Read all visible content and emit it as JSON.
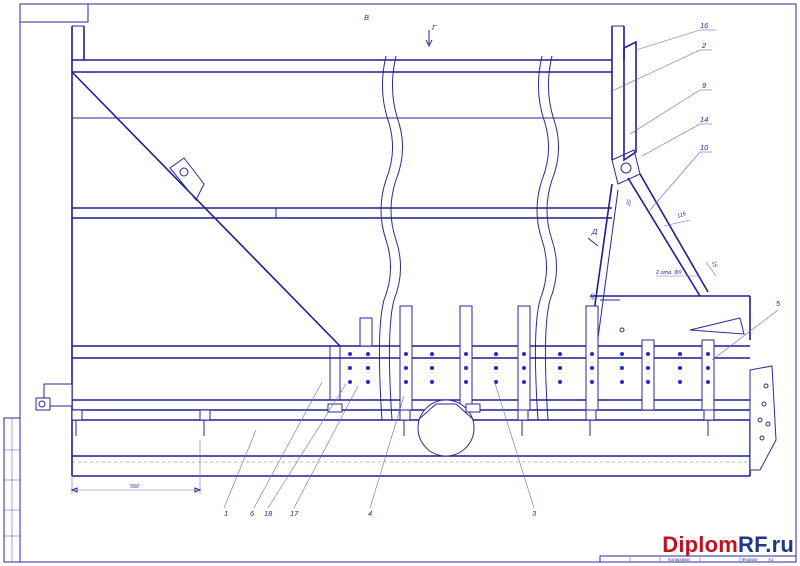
{
  "labels": {
    "view_v": "В",
    "view_g": "Г",
    "view_d": "Д",
    "p1": "1",
    "p2": "2",
    "p3": "3",
    "p4": "4",
    "p5": "5",
    "p6": "6",
    "p9": "9",
    "p10": "10",
    "p14": "14",
    "p16": "16",
    "p17": "17",
    "p18": "18"
  },
  "dimensions": {
    "base_length": "550",
    "d20": "20",
    "d115": "115",
    "d15": "15",
    "d60": "60",
    "weld_note": "2 отв. Ф9"
  },
  "stamp": {
    "format_label": "Формат",
    "copied_label": "Копировал",
    "format_value": "A1"
  },
  "watermark": {
    "part1": "Diplom",
    "part2": "RF.ru"
  },
  "colors": {
    "line": "#2a2a9a",
    "brand_red": "#c1121f",
    "brand_blue": "#1d3a8a"
  }
}
